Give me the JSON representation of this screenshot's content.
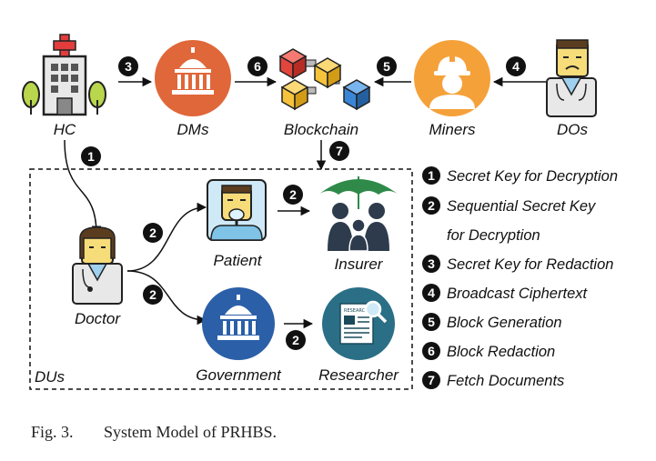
{
  "nodes": {
    "hc": "HC",
    "dms": "DMs",
    "blockchain": "Blockchain",
    "miners": "Miners",
    "dos": "DOs",
    "doctor": "Doctor",
    "patient": "Patient",
    "insurer": "Insurer",
    "government": "Government",
    "researcher": "Researcher",
    "dus": "DUs"
  },
  "steps": {
    "s1": "1",
    "s2": "2",
    "s3": "3",
    "s4": "4",
    "s5": "5",
    "s6": "6",
    "s7": "7"
  },
  "legend": [
    {
      "num": "1",
      "text": "Secret Key for Decryption"
    },
    {
      "num": "2",
      "text": "Sequential Secret Key"
    },
    {
      "num": "",
      "text": "for Decryption"
    },
    {
      "num": "3",
      "text": "Secret Key for Redaction"
    },
    {
      "num": "4",
      "text": "Broadcast Ciphertext"
    },
    {
      "num": "5",
      "text": "Block Generation"
    },
    {
      "num": "6",
      "text": "Block Redaction"
    },
    {
      "num": "7",
      "text": "Fetch Documents"
    }
  ],
  "researcher_icon_text": "RESEARCH",
  "caption": {
    "label": "Fig. 3.",
    "text": "System Model of PRHBS."
  },
  "colors": {
    "dms_circle": "#e0673a",
    "miners_circle": "#f5a13a",
    "government_circle": "#2b5fa8",
    "researcher_circle": "#2a6f86",
    "insurer_umbrella": "#2f8a4a",
    "block_red": "#e2453c",
    "block_yellow": "#f5c33b",
    "block_blue": "#3a86d6"
  }
}
